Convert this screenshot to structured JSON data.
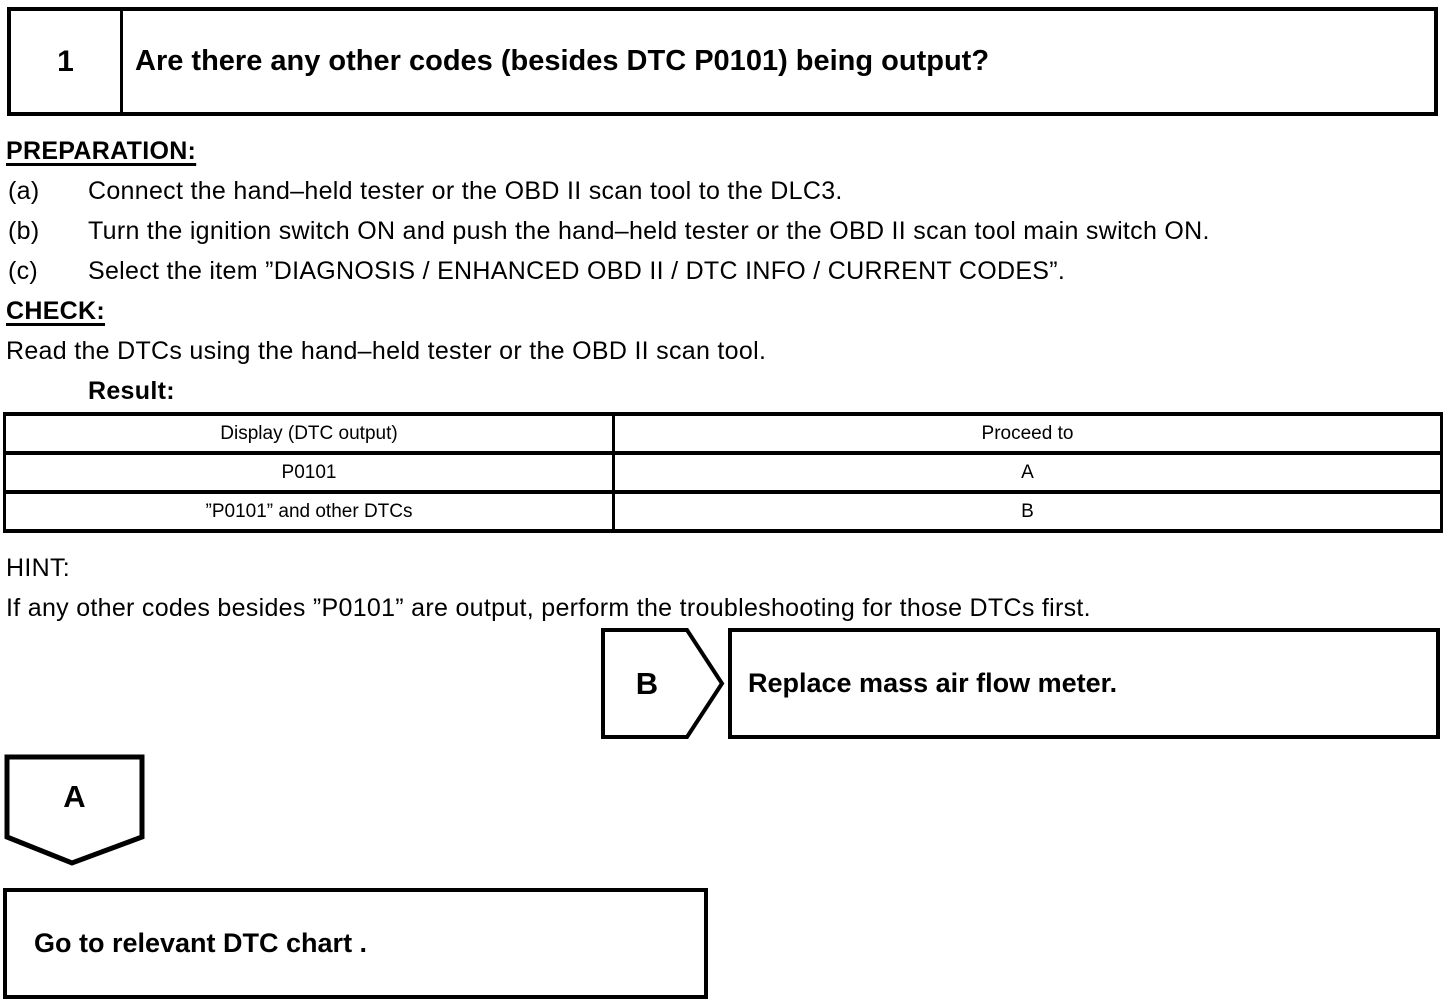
{
  "page": {
    "step_number": "1",
    "question": "Are there any other codes (besides DTC P0101) being output?"
  },
  "sections": {
    "preparation": {
      "heading": "PREPARATION:",
      "steps": [
        {
          "label": "(a)",
          "text": "Connect the hand–held tester or the OBD II scan tool to the DLC3."
        },
        {
          "label": "(b)",
          "text": "Turn the ignition switch ON and push the hand–held tester or the OBD II scan tool main switch ON."
        },
        {
          "label": "(c)",
          "text": "Select the item ”DIAGNOSIS / ENHANCED OBD II / DTC INFO / CURRENT CODES”."
        }
      ]
    },
    "check": {
      "heading": "CHECK:",
      "text": "Read the DTCs using the hand–held tester or the OBD II scan tool.",
      "result_label": "Result:"
    },
    "hint": {
      "heading": "HINT:",
      "text": "If any other codes besides ”P0101” are output, perform the troubleshooting for those DTCs first."
    }
  },
  "result_table": {
    "headers": [
      "Display (DTC output)",
      "Proceed to"
    ],
    "rows": [
      [
        "P0101",
        "A"
      ],
      [
        "”P0101” and other DTCs",
        "B"
      ]
    ]
  },
  "flow": {
    "branch_b": {
      "label": "B",
      "action": "Replace mass air flow meter."
    },
    "branch_a": {
      "label": "A",
      "action": "Go to relevant DTC chart ."
    }
  }
}
